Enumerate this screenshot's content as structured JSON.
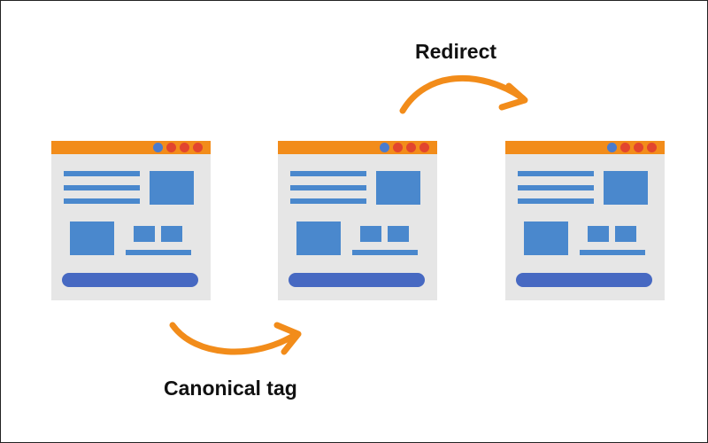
{
  "labels": {
    "redirect": "Redirect",
    "canonical": "Canonical tag"
  },
  "colors": {
    "arrow": "#f28c1a",
    "topbar": "#f28c1a",
    "page_background": "#e6e6e6",
    "content_blue": "#4a88cd",
    "footer_bar": "#4769c2",
    "dot_blue": "#4b7bcd",
    "dot_red": "#e2452e"
  },
  "pages": [
    {
      "name": "original-page"
    },
    {
      "name": "duplicate-page"
    },
    {
      "name": "destination-page"
    }
  ],
  "icons": [
    "canonical-arrow-icon",
    "redirect-arrow-icon",
    "window-dot-icon"
  ]
}
